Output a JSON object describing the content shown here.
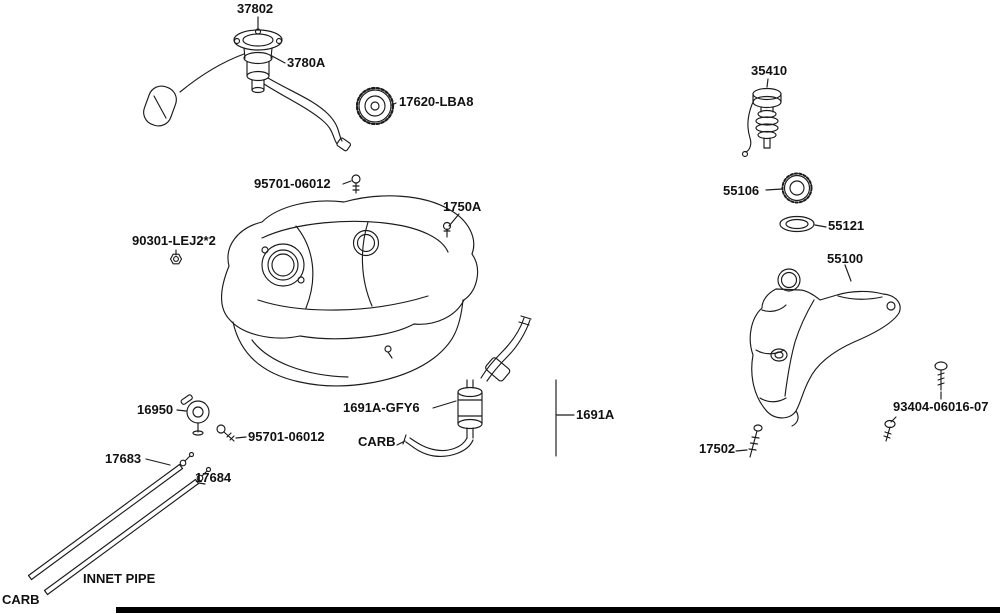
{
  "diagram": {
    "kind": "fuel-tank-parts-exploded-view"
  },
  "colors": {
    "background": "#ffffff",
    "line": "#1c1c1c",
    "footer_bar": "#000000",
    "label_text": "#111111"
  },
  "labels": [
    {
      "name": "fuel-pump-unit",
      "text": "37802"
    },
    {
      "name": "fuel-pump-assembly",
      "text": "3780A"
    },
    {
      "name": "fuel-filler-cap",
      "text": "17620-LBA8"
    },
    {
      "name": "bolt-flange-top",
      "text": "95701-06012"
    },
    {
      "name": "fuel-tank",
      "text": "1750A"
    },
    {
      "name": "nut-flange",
      "text": "90301-LEJ2*2"
    },
    {
      "name": "fuel-cock",
      "text": "16950"
    },
    {
      "name": "fuel-filter",
      "text": "1691A-GFY6"
    },
    {
      "name": "bolt-flange-bottom",
      "text": "95701-06012"
    },
    {
      "name": "carb-hose-note",
      "text": "CARB"
    },
    {
      "name": "fuel-hose",
      "text": "1691A"
    },
    {
      "name": "pipe-upper",
      "text": "17683"
    },
    {
      "name": "pipe-lower",
      "text": "17684"
    },
    {
      "name": "innet-pipe-note",
      "text": "INNET PIPE"
    },
    {
      "name": "carb-bottom-note",
      "text": "CARB"
    },
    {
      "name": "oil-level-cap",
      "text": "35410"
    },
    {
      "name": "tank-cap",
      "text": "55106"
    },
    {
      "name": "cap-gasket",
      "text": "55121"
    },
    {
      "name": "oil-tank",
      "text": "55100"
    },
    {
      "name": "screw-oil-tank",
      "text": "93404-06016-07"
    },
    {
      "name": "bolt-oil-tank",
      "text": "17502"
    }
  ]
}
